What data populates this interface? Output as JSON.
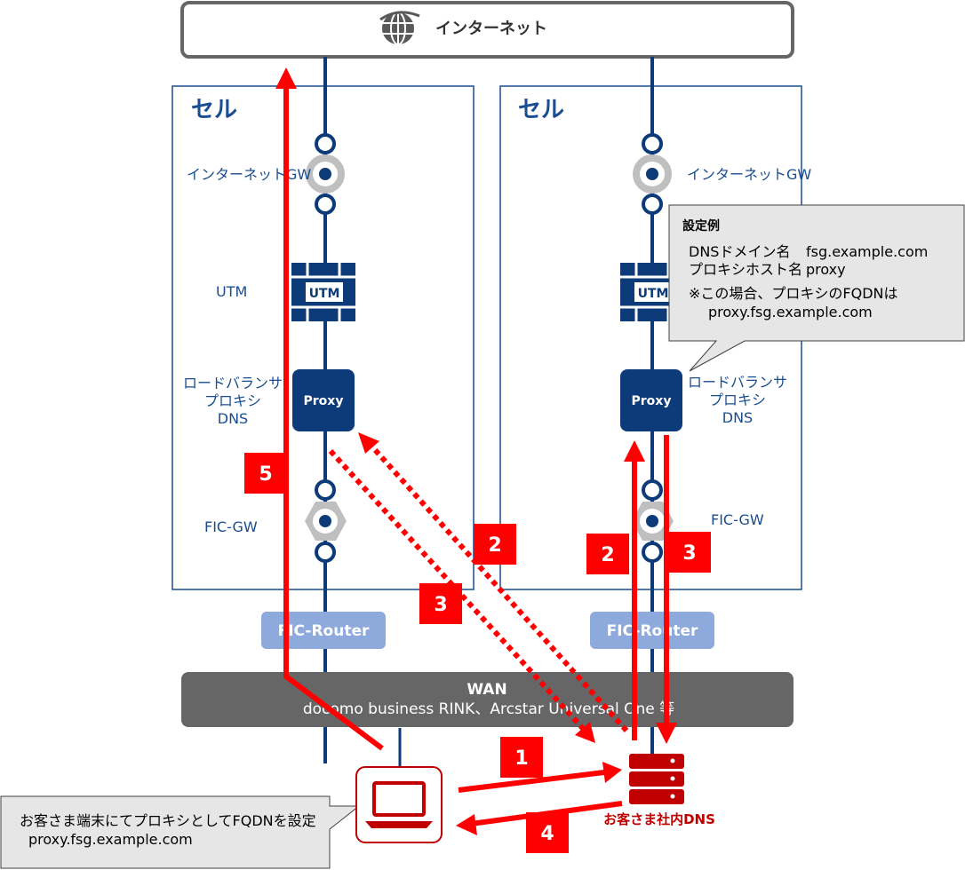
{
  "internet": {
    "label": "インターネット"
  },
  "cells": [
    {
      "title": "セル",
      "igw_label": "インターネットGW",
      "utm_label": "UTM",
      "proxy_role_lines": [
        "ロードバランサ",
        "プロキシ",
        "DNS"
      ],
      "fic_gw_label": "FIC-GW",
      "proxy_text": "Proxy",
      "utm_text": "UTM",
      "fic_router_label": "FIC-Router"
    },
    {
      "title": "セル",
      "igw_label": "インターネットGW",
      "utm_label": "UTM",
      "proxy_role_lines": [
        "ロードバランサ",
        "プロキシ",
        "DNS"
      ],
      "fic_gw_label": "FIC-GW",
      "proxy_text": "Proxy",
      "utm_text": "UTM",
      "fic_router_label": "FIC-Router"
    }
  ],
  "wan": {
    "title": "WAN",
    "subtitle": "docomo business RINK、Arcstar Universal One 等"
  },
  "config_callout": {
    "title": "設定例",
    "rows": [
      {
        "key": "DNSドメイン名",
        "value": "fsg.example.com"
      },
      {
        "key": "プロキシホスト名",
        "value": "proxy"
      }
    ],
    "note_line1": "※この場合、プロキシのFQDNは",
    "note_line2": "proxy.fsg.example.com"
  },
  "client_callout": {
    "line1": "お客さま端末にてプロキシとしてFQDNを設定",
    "line2": "proxy.fsg.example.com"
  },
  "dns_server": {
    "label": "お客さま社内DNS"
  },
  "steps": {
    "s1": "1",
    "s2a": "2",
    "s3a": "3",
    "s2b": "2",
    "s3b": "3",
    "s4": "4",
    "s5": "5"
  },
  "colors": {
    "red": "#ff0000",
    "navy": "#0d3b7a",
    "blue_line": "#1a4d8f",
    "gray": "#bfbfbf",
    "wan": "#666666",
    "router": "#8ea9db",
    "step_bg": "#ff0000"
  }
}
